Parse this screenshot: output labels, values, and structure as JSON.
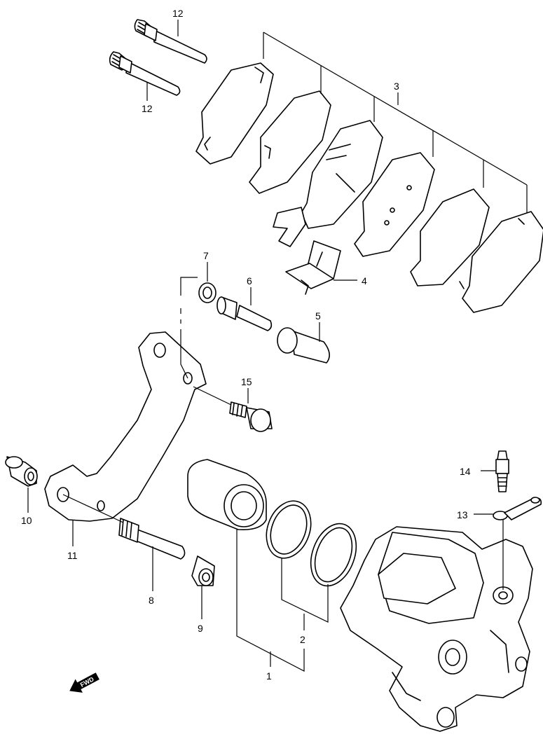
{
  "callouts": {
    "c1": "1",
    "c2": "2",
    "c3": "3",
    "c4": "4",
    "c5": "5",
    "c6": "6",
    "c7": "7",
    "c8": "8",
    "c9": "9",
    "c10": "10",
    "c11": "11",
    "c12a": "12",
    "c12b": "12",
    "c13": "13",
    "c14": "14",
    "c15": "15"
  },
  "direction_marker": "FWD"
}
